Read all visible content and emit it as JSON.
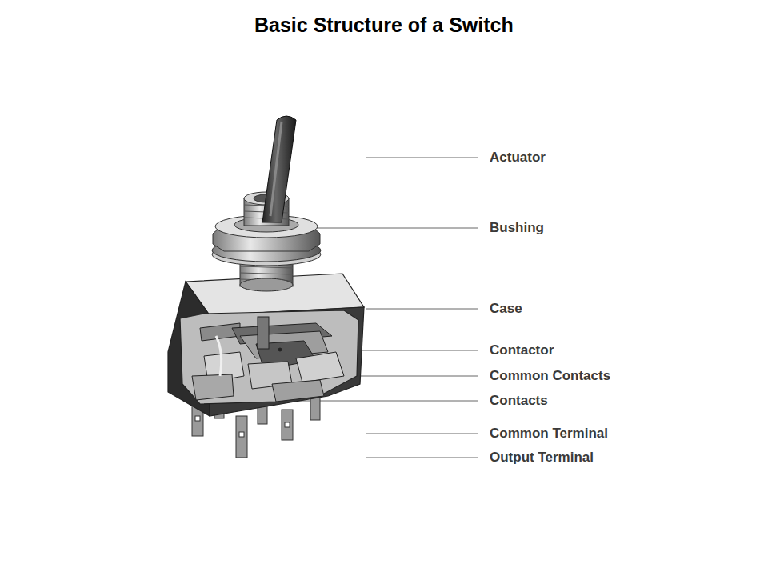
{
  "diagram": {
    "title": "Basic Structure of a Switch",
    "labels": [
      "Actuator",
      "Bushing",
      "Case",
      "Contactor",
      "Common Contacts",
      "Contacts",
      "Common Terminal",
      "Output Terminal"
    ]
  }
}
